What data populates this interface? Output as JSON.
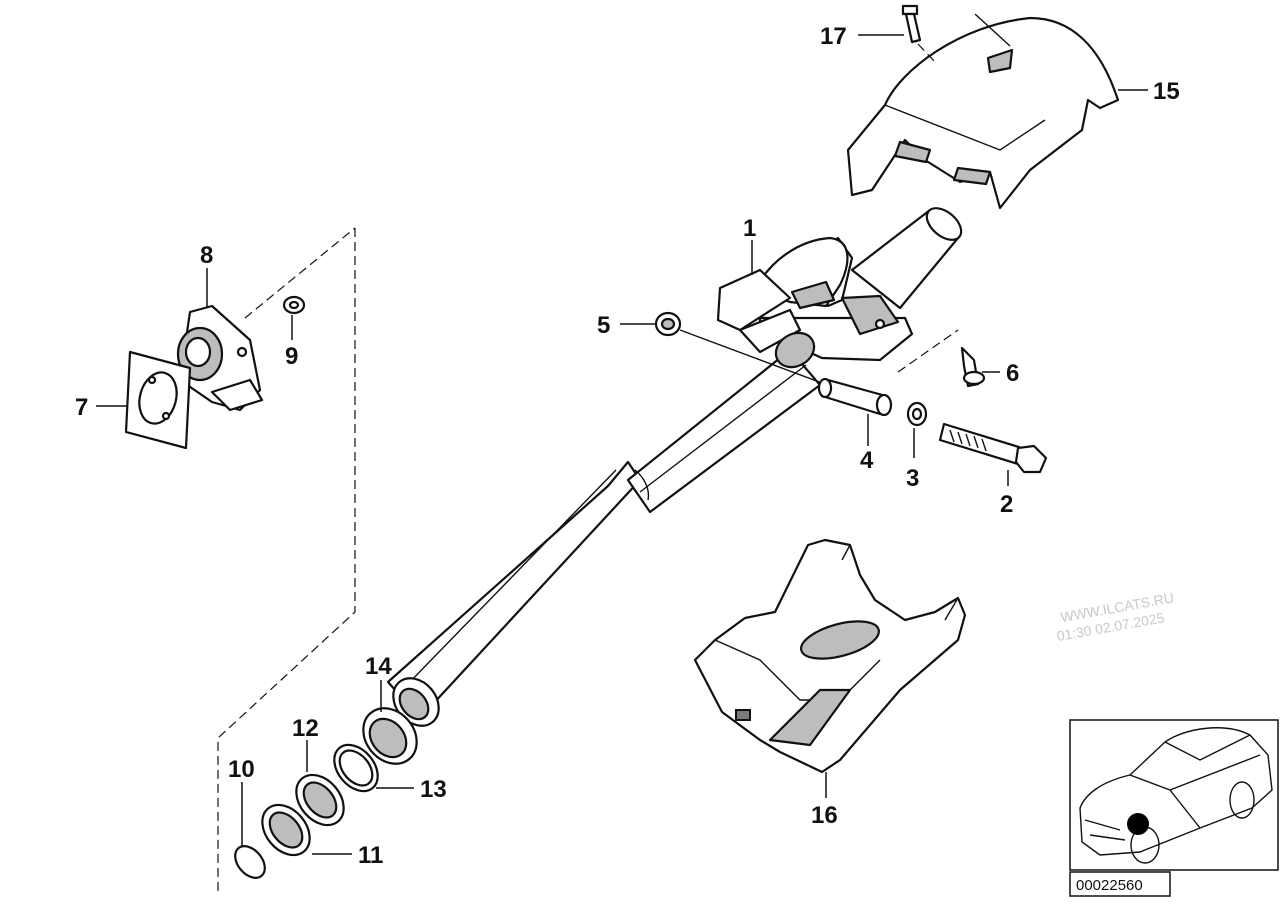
{
  "callouts": {
    "c1": "1",
    "c2": "2",
    "c3": "3",
    "c4": "4",
    "c5": "5",
    "c6": "6",
    "c7": "7",
    "c8": "8",
    "c9": "9",
    "c10": "10",
    "c11": "11",
    "c12": "12",
    "c13": "13",
    "c14": "14",
    "c15": "15",
    "c16": "16",
    "c17": "17"
  },
  "watermark": {
    "line1": "WWW.ILCATS.RU",
    "line2": "01:30 02.07.2025"
  },
  "inset": {
    "doc_id": "00022560"
  },
  "colors": {
    "line": "#111111",
    "shade": "#bdbdbd",
    "watermark": "#c8c8c8"
  }
}
